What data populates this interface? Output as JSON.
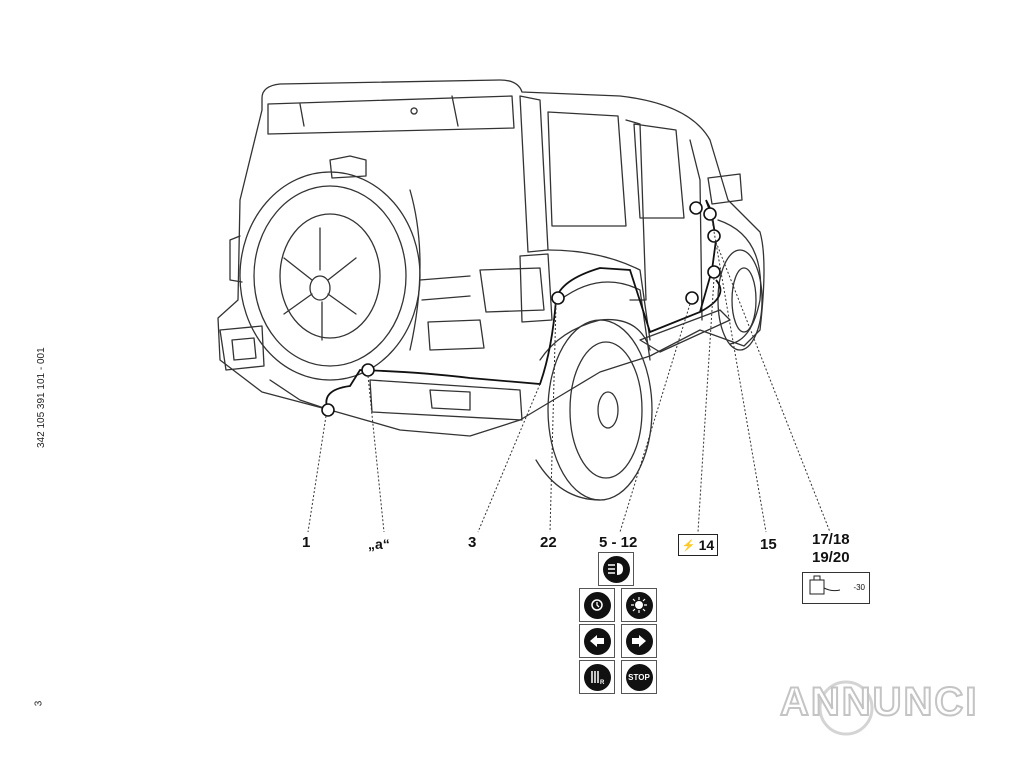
{
  "doc_code": "342 105 391 101 - 001",
  "page_number": "3",
  "callouts": {
    "c1": "1",
    "ca": "„a“",
    "c3": "3",
    "c22": "22",
    "c5_12": "5 - 12",
    "c14": "14",
    "c15": "15",
    "c17_18": "17/18",
    "c19_20": "19/20"
  },
  "socket_label": "-30",
  "icons": {
    "fog": "fog-light-icon",
    "parking": "position-light-icon",
    "brake": "brake-warning-icon",
    "turn_left": "turn-left-icon",
    "turn_right": "turn-right-icon",
    "reverse": "reverse-light-icon",
    "stop": "STOP"
  },
  "watermark": "ANNUNCI",
  "colors": {
    "line": "#222222",
    "icon_fill": "#111111",
    "watermark": "#c8c8c8"
  }
}
